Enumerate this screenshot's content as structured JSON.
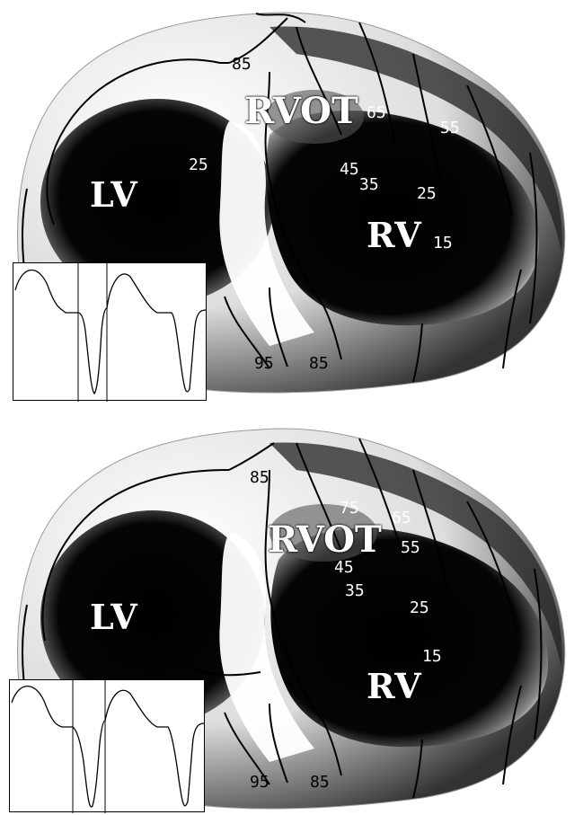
{
  "panels": [
    {
      "labels": {
        "lv": "LV",
        "rv": "RV",
        "rvot": "RVOT"
      },
      "isochrones": [
        "85",
        "65",
        "55",
        "25",
        "45",
        "35",
        "25",
        "15",
        "95",
        "85"
      ]
    },
    {
      "labels": {
        "lv": "LV",
        "rv": "RV",
        "rvot": "RVOT"
      },
      "isochrones": [
        "85",
        "75",
        "65",
        "55",
        "45",
        "35",
        "25",
        "15",
        "95",
        "85"
      ]
    }
  ],
  "colors": {
    "chamber": "#000000",
    "tissue": "#ffffff",
    "isoline": "#000000"
  }
}
